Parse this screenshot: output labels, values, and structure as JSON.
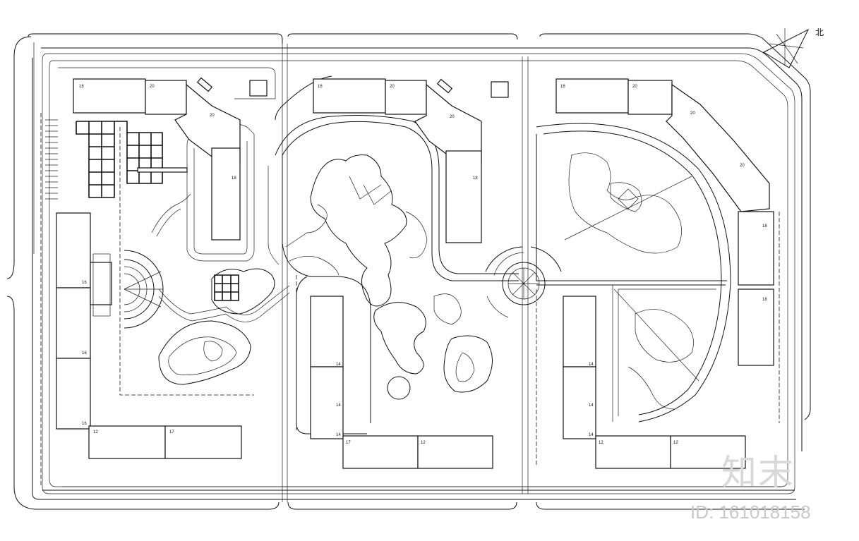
{
  "compass": {
    "label": "北"
  },
  "watermark": {
    "logo": "知末",
    "id_text": "ID: 161018158"
  },
  "building_labels": {
    "n18_w": "18",
    "n20_w": "20",
    "n18_c": "18",
    "n20_c": "20",
    "n18_e": "18",
    "n20_e": "20",
    "n20_wb": "20",
    "n20_cb": "20",
    "n20_eb": "20",
    "n18_wv": "18",
    "n18_cv": "18",
    "n16_w1": "16",
    "n16_w2": "16",
    "n16_w3": "16",
    "n14_c1": "14",
    "n14_c2": "14",
    "n14_c3": "14",
    "n14_e1": "14",
    "n14_e2": "14",
    "n14_e3": "14",
    "n18_e1": "18",
    "n18_e2": "18",
    "n20_e3": "20",
    "n12_w1": "12",
    "n17_w": "17",
    "n17_c": "17",
    "n12_c": "12",
    "n12_e1": "12",
    "n12_e2": "12"
  }
}
